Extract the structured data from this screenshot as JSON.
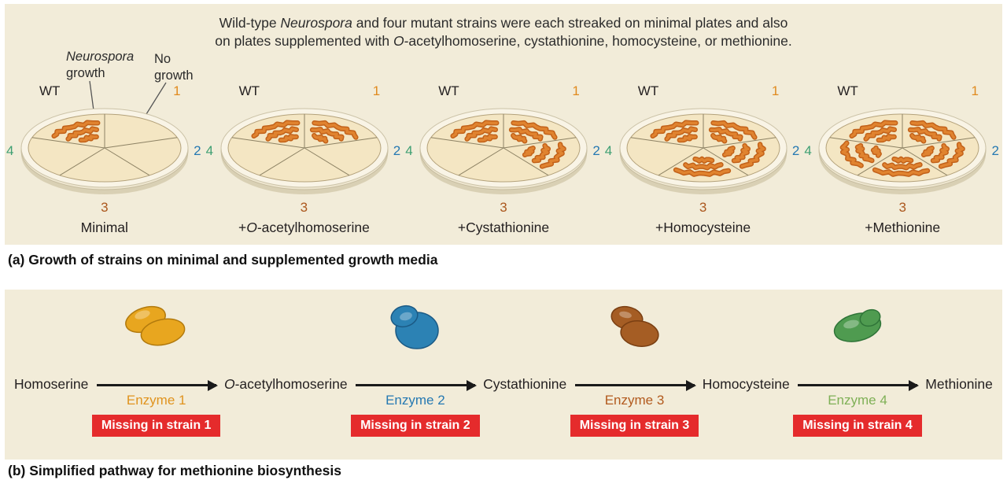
{
  "colors": {
    "panel_bg": "#f2ecd9",
    "text": "#231f20",
    "strain1": "#e08a1e",
    "strain2": "#2679b2",
    "strain3": "#ab571d",
    "strain4": "#3d9f72",
    "enzyme1": "#e0931e",
    "enzyme2": "#2679b2",
    "enzyme3": "#b25a1e",
    "enzyme4": "#7fb056",
    "blob1": "#e8a61f",
    "blob1_edge": "#b27a0d",
    "blob2": "#2c82b4",
    "blob2_edge": "#1b5a85",
    "blob3": "#a55d24",
    "blob3_edge": "#7a3f12",
    "blob4": "#4f9b50",
    "blob4_edge": "#2f7438",
    "growth_orange": "#e0832f",
    "growth_dark": "#c26119",
    "missing_box_bg": "#e52b2c",
    "missing_box_text": "#ffffff"
  },
  "panel_a": {
    "header": {
      "l1a": "Wild-type ",
      "l1b": "Neurospora",
      "l1c": " and four mutant strains were each streaked on minimal plates and also",
      "l2a": "on plates supplemented with ",
      "l2b": "O",
      "l2c": "-acetylhomoserine, cystathionine, homocysteine, or methionine."
    },
    "annotations": {
      "growth_it": "Neurospora",
      "growth_rest": "growth",
      "nogrowth_l1": "No",
      "nogrowth_l2": "growth"
    }
  },
  "strains": [
    "WT",
    "1",
    "2",
    "3",
    "4"
  ],
  "plates": [
    {
      "label_pre": "Minimal",
      "growth": [
        "WT"
      ]
    },
    {
      "label_pre": "+",
      "label_it": "O",
      "label_rest": "-acetylhomoserine",
      "growth": [
        "WT",
        "1"
      ]
    },
    {
      "label_pre": "+Cystathionine",
      "growth": [
        "WT",
        "1",
        "2"
      ]
    },
    {
      "label_pre": "+Homocysteine",
      "growth": [
        "WT",
        "1",
        "2",
        "3"
      ]
    },
    {
      "label_pre": "+Methionine",
      "growth": [
        "WT",
        "1",
        "2",
        "3",
        "4"
      ]
    }
  ],
  "caption_a": "(a) Growth of strains on minimal and supplemented growth media",
  "caption_b": "(b) Simplified pathway for methionine biosynthesis",
  "pathway": {
    "compounds": [
      {
        "text": "Homoserine"
      },
      {
        "it": "O",
        "text": "-acetylhomoserine"
      },
      {
        "text": "Cystathionine"
      },
      {
        "text": "Homocysteine"
      },
      {
        "text": "Methionine"
      }
    ],
    "steps": [
      {
        "enzyme": "Enzyme 1",
        "missing": "Missing in strain 1"
      },
      {
        "enzyme": "Enzyme 2",
        "missing": "Missing in strain 2"
      },
      {
        "enzyme": "Enzyme 3",
        "missing": "Missing in strain 3"
      },
      {
        "enzyme": "Enzyme 4",
        "missing": "Missing in strain 4"
      }
    ]
  }
}
